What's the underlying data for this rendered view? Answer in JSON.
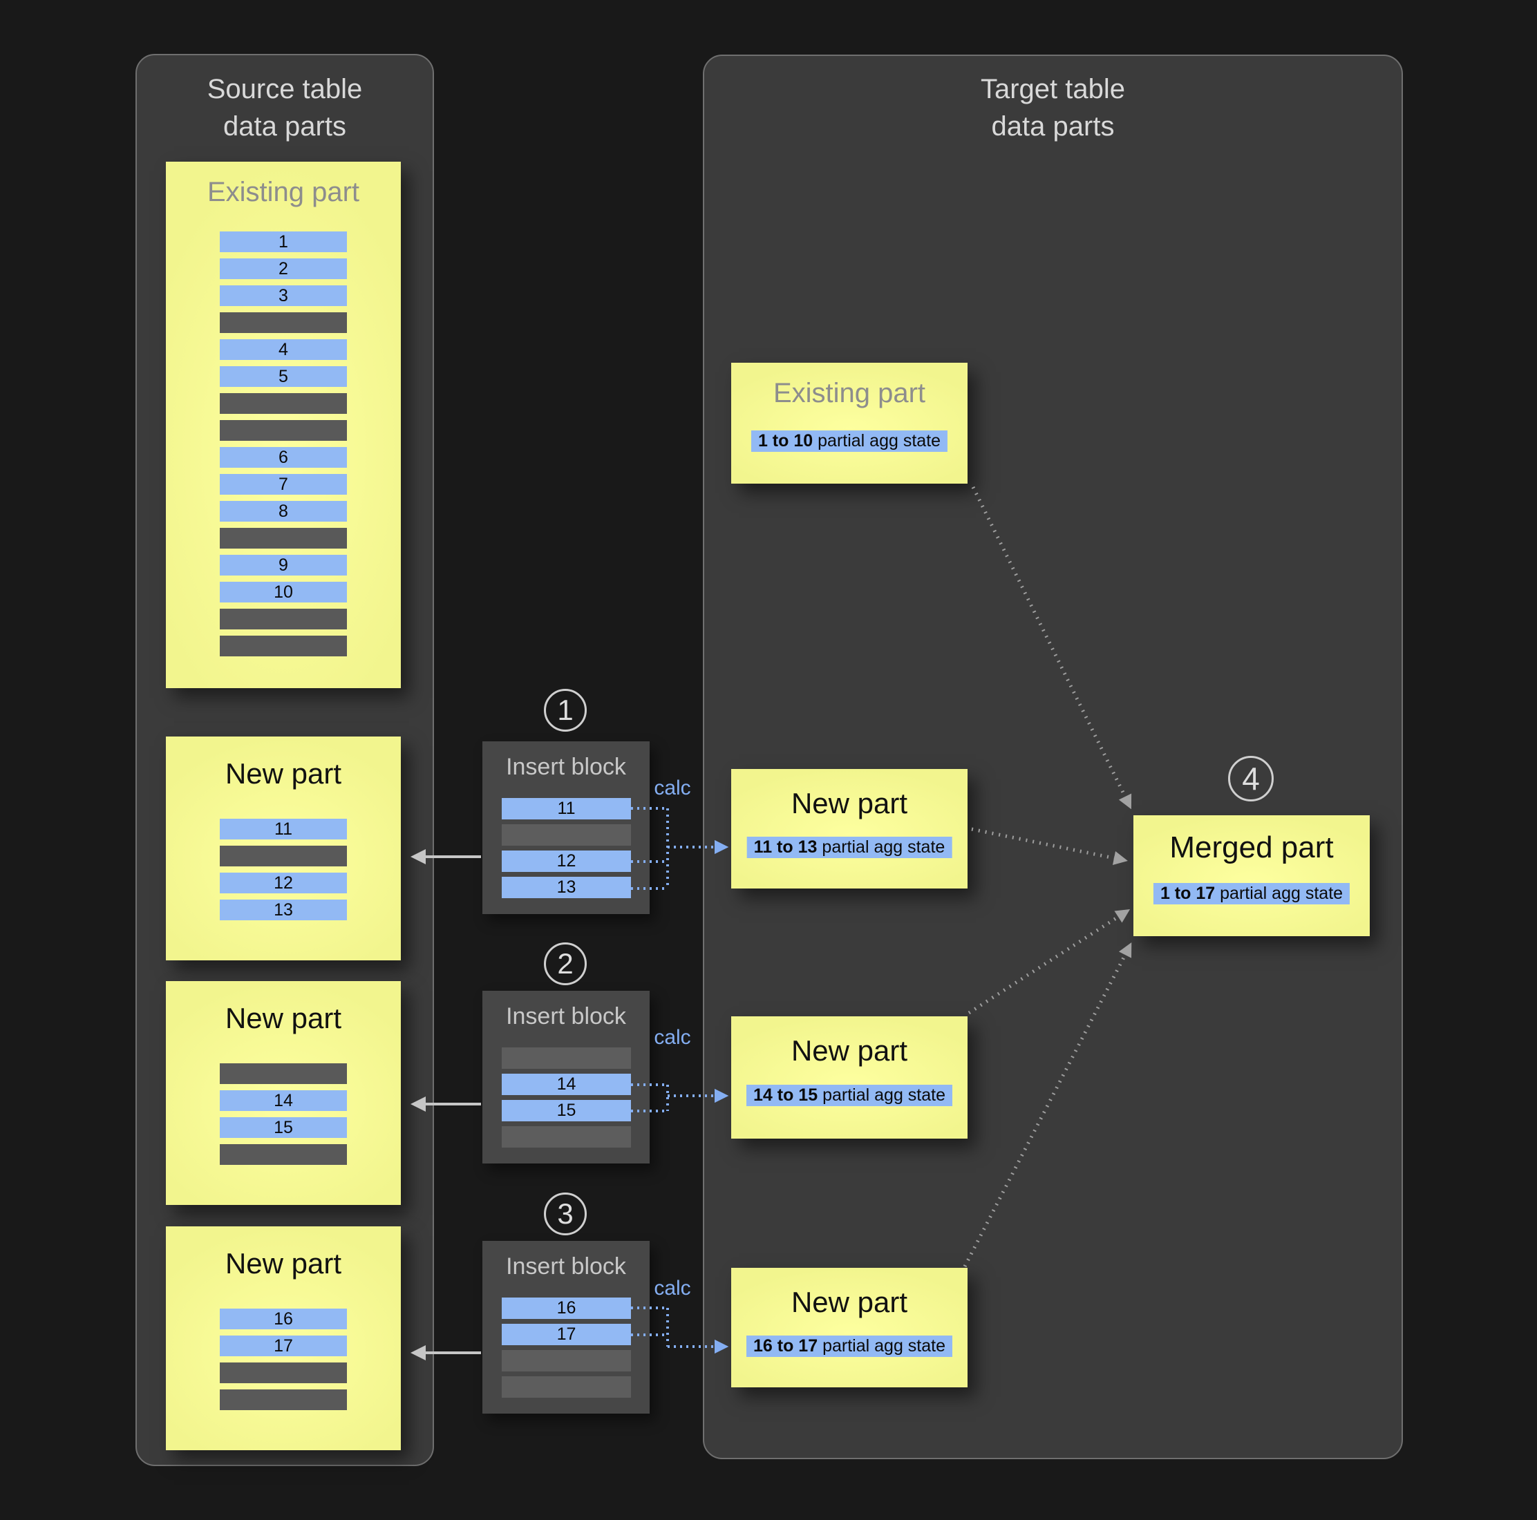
{
  "source_panel": {
    "title_line1": "Source table",
    "title_line2": "data parts",
    "existing_part": {
      "title": "Existing part",
      "rows": [
        "1",
        "2",
        "3",
        null,
        "4",
        "5",
        null,
        null,
        "6",
        "7",
        "8",
        null,
        "9",
        "10",
        null,
        null
      ]
    },
    "new_parts": [
      {
        "title": "New part",
        "rows": [
          "11",
          null,
          "12",
          "13"
        ]
      },
      {
        "title": "New part",
        "rows": [
          null,
          "14",
          "15",
          null
        ]
      },
      {
        "title": "New part",
        "rows": [
          "16",
          "17",
          null,
          null
        ]
      }
    ]
  },
  "insert_blocks": [
    {
      "step": "1",
      "title": "Insert block",
      "calc_label": "calc",
      "rows": [
        "11",
        null,
        "12",
        "13"
      ]
    },
    {
      "step": "2",
      "title": "Insert block",
      "calc_label": "calc",
      "rows": [
        null,
        "14",
        "15",
        null
      ]
    },
    {
      "step": "3",
      "title": "Insert block",
      "calc_label": "calc",
      "rows": [
        "16",
        "17",
        null,
        null
      ]
    }
  ],
  "target_panel": {
    "title_line1": "Target table",
    "title_line2": "data parts",
    "existing_part": {
      "title": "Existing part",
      "badge_range": "1 to 10",
      "badge_label": "partial agg state"
    },
    "new_parts": [
      {
        "title": "New part",
        "badge_range": "11 to 13",
        "badge_label": "partial agg state"
      },
      {
        "title": "New part",
        "badge_range": "14 to 15",
        "badge_label": "partial agg state"
      },
      {
        "title": "New part",
        "badge_range": "16 to 17",
        "badge_label": "partial agg state"
      }
    ],
    "merged_part": {
      "step": "4",
      "title": "Merged part",
      "badge_range": "1 to 17",
      "badge_label": "partial agg state"
    }
  },
  "colors": {
    "page_bg": "#191919",
    "panel_bg": "#3b3b3b",
    "part_yellow": "#f2f58e",
    "row_blue": "#92b9f4",
    "row_filler_gray": "#595959",
    "calc_blue": "#84aef2",
    "merge_arrow_gray": "#9e9e9e",
    "insert_arrow_gray": "#c6c6c6"
  }
}
